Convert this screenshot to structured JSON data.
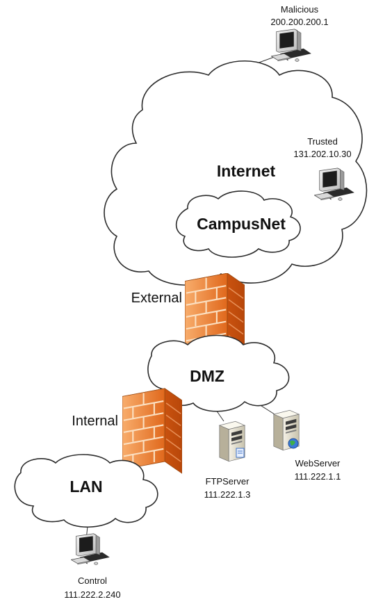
{
  "nodes": {
    "malicious": {
      "name": "Malicious",
      "ip": "200.200.200.1"
    },
    "trusted": {
      "name": "Trusted",
      "ip": "131.202.10.30"
    },
    "ftp": {
      "name": "FTPServer",
      "ip": "111.222.1.3"
    },
    "web": {
      "name": "WebServer",
      "ip": "111.222.1.1"
    },
    "control": {
      "name": "Control",
      "ip": "111.222.2.240"
    }
  },
  "clouds": {
    "internet": "Internet",
    "campus": "CampusNet",
    "dmz": "DMZ",
    "lan": "LAN"
  },
  "firewalls": {
    "external": "External",
    "internal": "Internal"
  },
  "colors": {
    "firewall_light": "#f7a866",
    "firewall_dark": "#d95a12",
    "mortar": "#fbe0c2"
  }
}
